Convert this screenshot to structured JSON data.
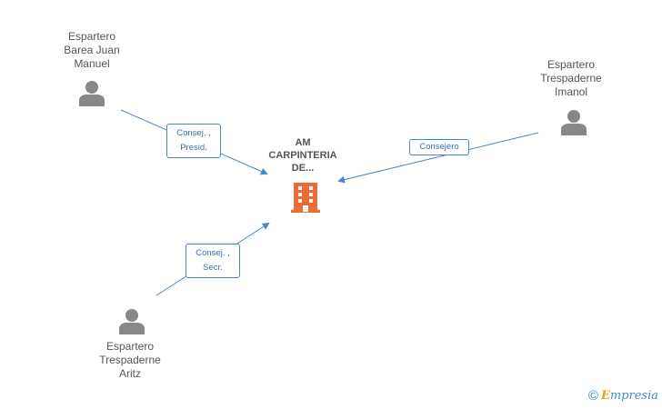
{
  "company": {
    "name": "AM\nCARPINTERIA\nDE..."
  },
  "people": [
    {
      "id": "p1",
      "name": "Espartero\nBarea Juan\nManuel"
    },
    {
      "id": "p2",
      "name": "Espartero\nTrespaderne\nImanol"
    },
    {
      "id": "p3",
      "name": "Espartero\nTrespaderne\nAritz"
    }
  ],
  "relations": [
    {
      "from": "p1",
      "label": "Consej. ,\nPresid."
    },
    {
      "from": "p2",
      "label": "Consejero"
    },
    {
      "from": "p3",
      "label": "Consej. ,\nSecr."
    }
  ],
  "footer": {
    "copyright": "©",
    "brand_initial": "E",
    "brand_rest": "mpresia"
  },
  "colors": {
    "edge": "#4a86c8",
    "company_icon": "#f06a35",
    "person_icon": "#888888"
  }
}
